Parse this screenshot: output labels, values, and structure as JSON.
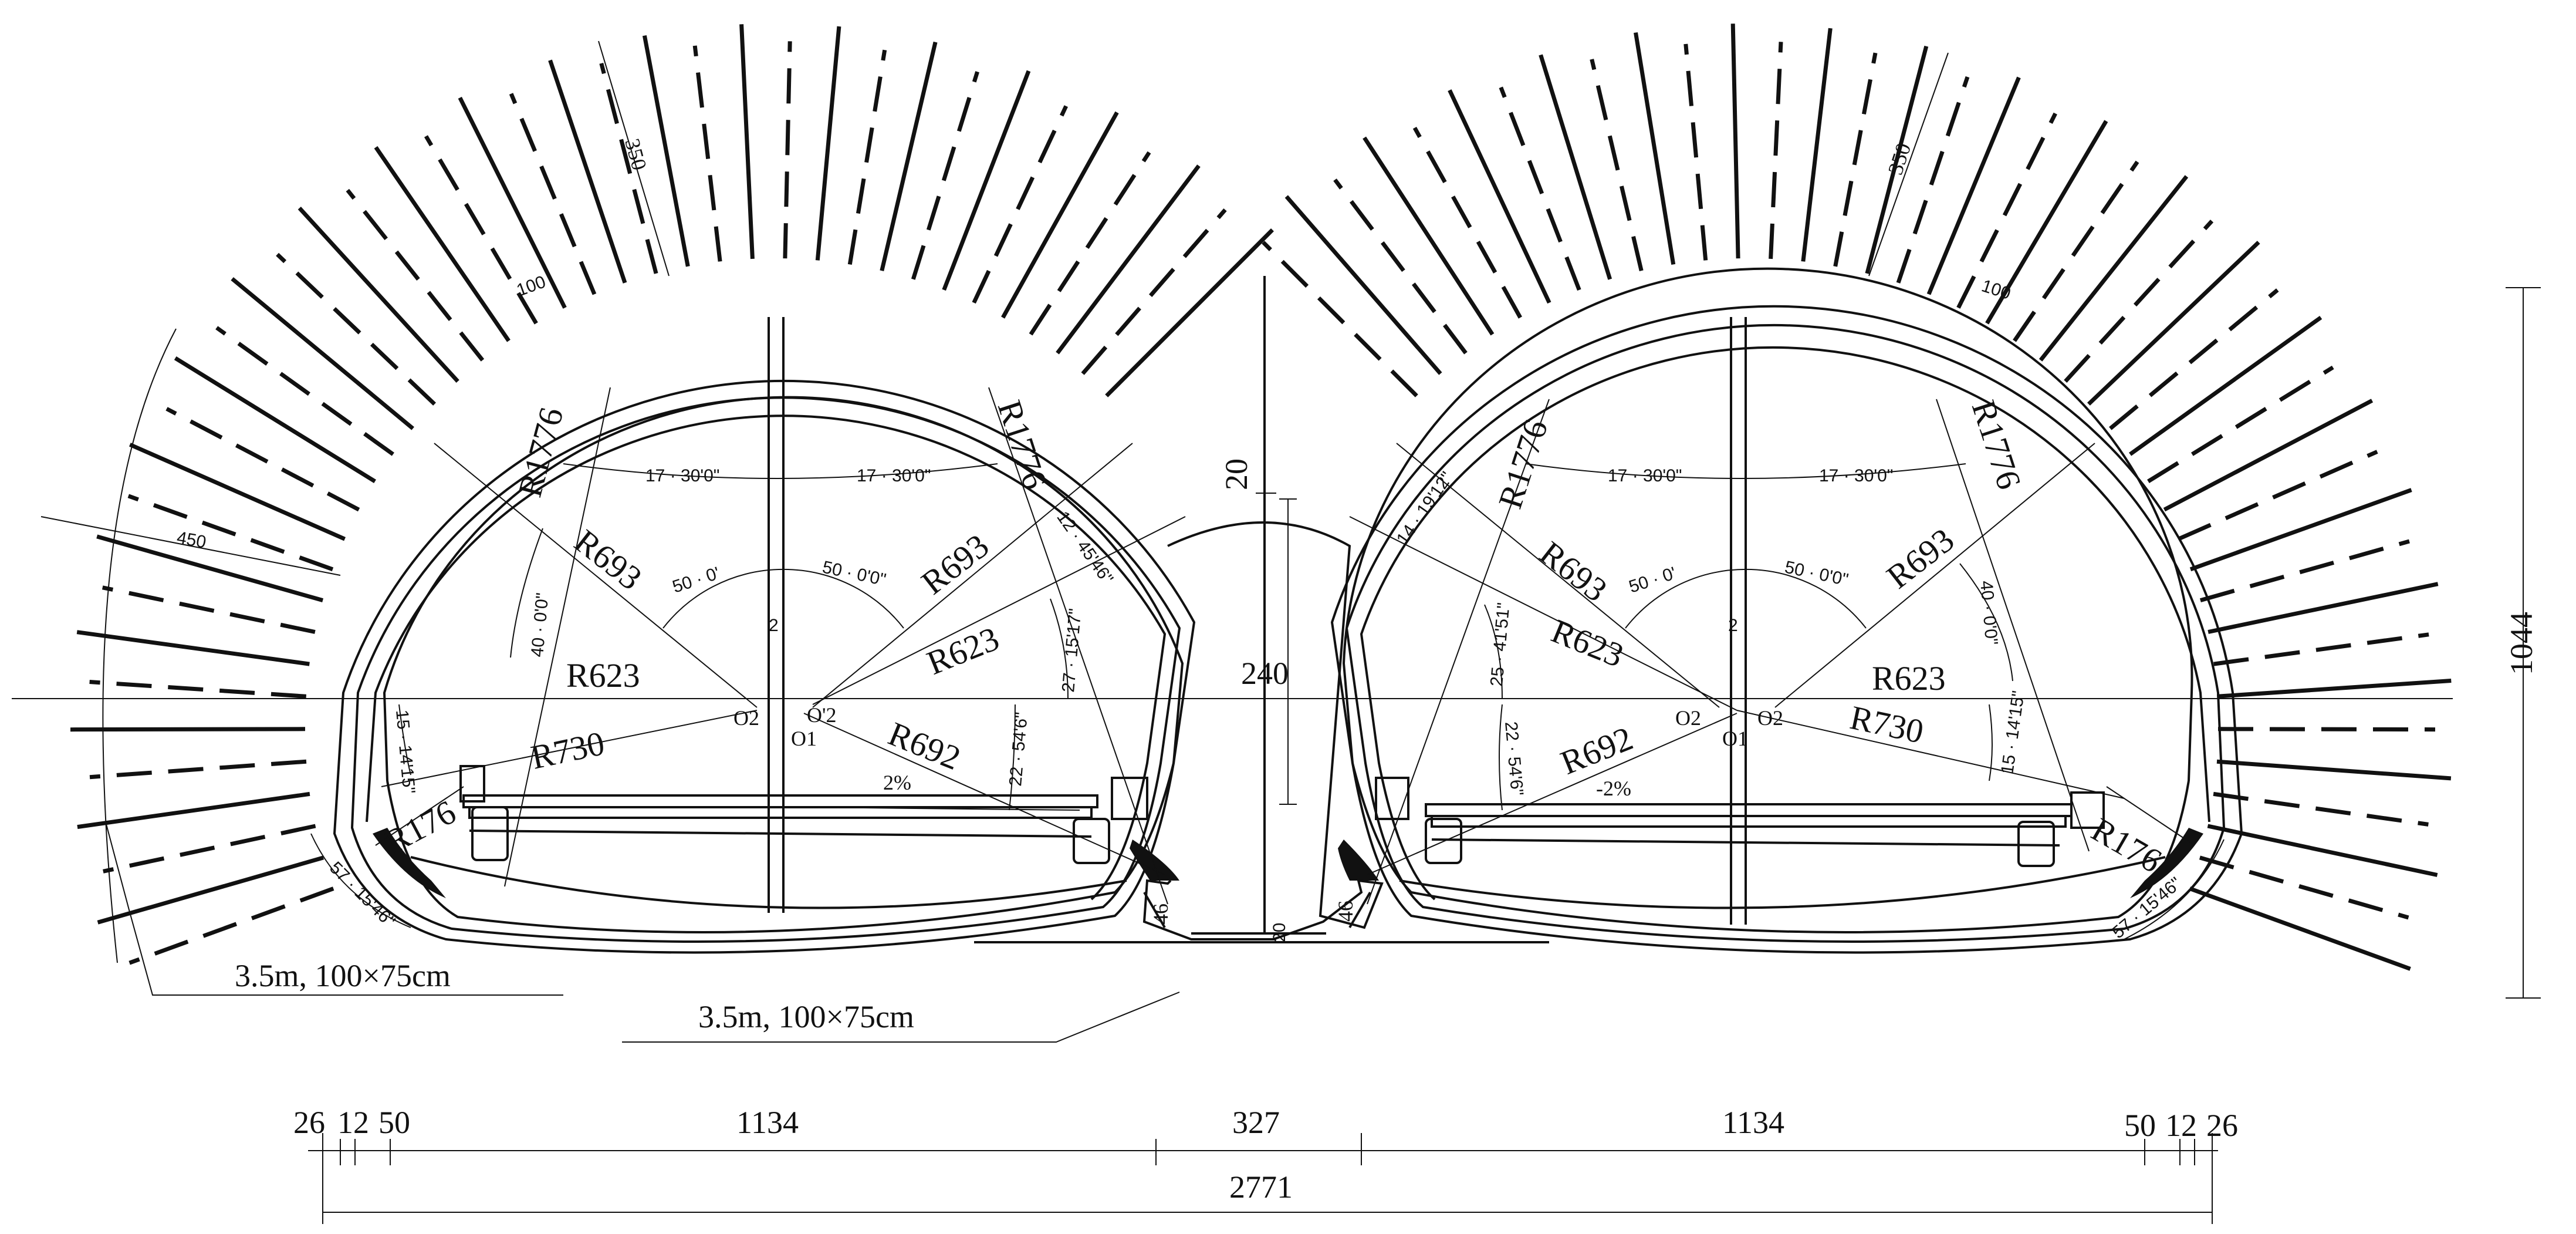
{
  "colors": {
    "line": "#111111",
    "background": "#ffffff"
  },
  "dimensions": {
    "bottom_row": [
      "26",
      "12",
      "50",
      "1134",
      "327",
      "1134",
      "50",
      "12",
      "26"
    ],
    "total_width": "2771",
    "total_height": "1044",
    "middle_wall_height": "240",
    "middle_wall_top": "20",
    "pillar_foot": "46",
    "pillar_base": "20",
    "bolt_length_left": "350",
    "bolt_length_right": "350",
    "bolt_spacing_left": "100",
    "bolt_spacing_right": "100",
    "outer_bolt_length": "450",
    "grade_left": "2%",
    "grade_right": "-2%",
    "invert_mark": "2"
  },
  "radii": {
    "R1776": "R1776",
    "R693": "R693",
    "R623": "R623",
    "R730": "R730",
    "R692": "R692",
    "R176": "R176"
  },
  "centers": {
    "o1": "O1",
    "o2": "O2",
    "o2p": "O'2"
  },
  "angles": {
    "a17_30": "17 · 30'0\"",
    "a50_0": "50 · 0'0\"",
    "a50_0_short": "50 · 0'",
    "a40_0": "40 · 0'0\"",
    "a15_14": "15 · 14'15\"",
    "a22_54": "22 · 54'6\"",
    "a27_15": "27 · 15'17\"",
    "a12_45": "12 · 45'46\"",
    "a14_19": "14 · 19'12\"",
    "a25_41": "25 · 41'51\"",
    "a57_15": "57 · 15'46\""
  },
  "annotations": {
    "bolt_left": "3.5m, 100×75cm",
    "bolt_middle": "3.5m, 100×75cm"
  }
}
